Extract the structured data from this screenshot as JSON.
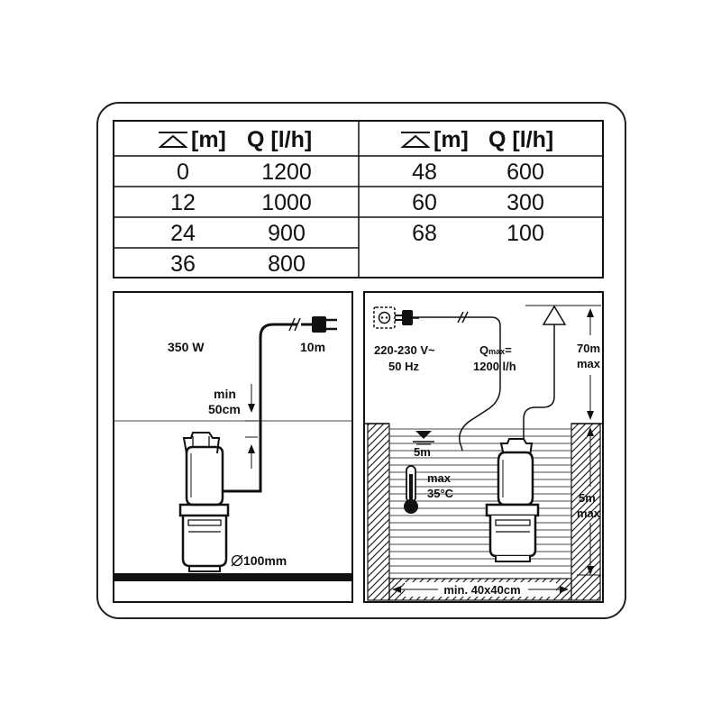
{
  "table": {
    "left": {
      "head_height": "[m]",
      "head_flow": "Q [l/h]",
      "rows": [
        {
          "h": "0",
          "q": "1200"
        },
        {
          "h": "12",
          "q": "1000"
        },
        {
          "h": "24",
          "q": "900"
        },
        {
          "h": "36",
          "q": "800"
        }
      ]
    },
    "right": {
      "head_height": "[m]",
      "head_flow": "Q [l/h]",
      "rows": [
        {
          "h": "48",
          "q": "600"
        },
        {
          "h": "60",
          "q": "300"
        },
        {
          "h": "68",
          "q": "100"
        }
      ]
    }
  },
  "left_panel": {
    "power": "350 W",
    "cable_length": "10m",
    "min_depth_line1": "min",
    "min_depth_line2": "50cm",
    "diameter": "100mm"
  },
  "right_panel": {
    "voltage_line1": "220-230 V~",
    "voltage_line2": "50 Hz",
    "qmax_prefix": "Q",
    "qmax_sub": "max",
    "qmax_eq": "=",
    "qmax_value": "1200 l/h",
    "head_max_line1": "70m",
    "head_max_line2": "max",
    "depth_below": "5m",
    "temp_line1": "max",
    "temp_value": "35",
    "temp_unit": "°C",
    "immersion_line1": "5m",
    "immersion_line2": "max",
    "well_size": "min. 40x40cm"
  }
}
